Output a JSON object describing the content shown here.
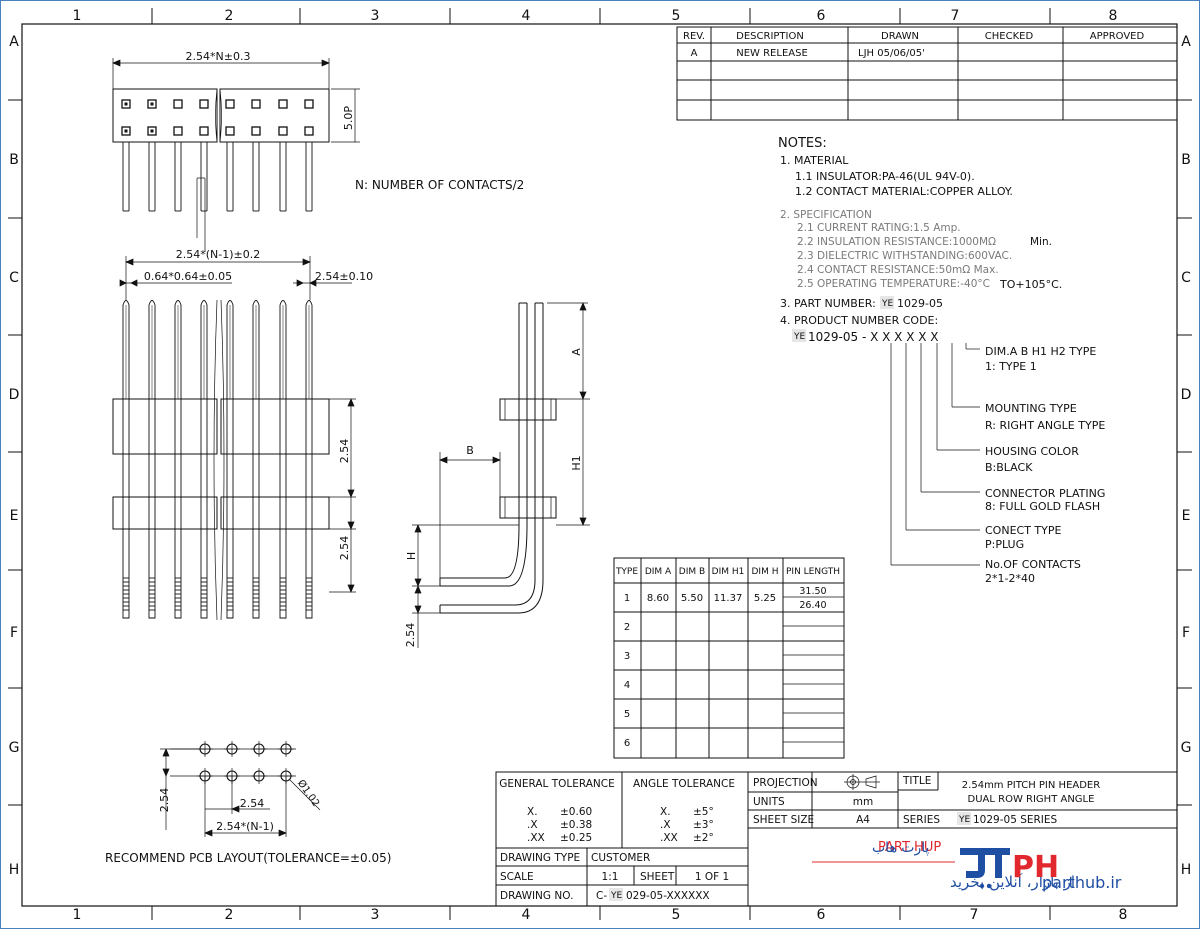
{
  "frame": {
    "cols_top": [
      "1",
      "2",
      "3",
      "4",
      "5",
      "6",
      "7",
      "8"
    ],
    "cols_bottom": [
      "1",
      "2",
      "3",
      "4",
      "5",
      "6",
      "7",
      "8"
    ],
    "rows_left": [
      "A",
      "B",
      "C",
      "D",
      "E",
      "F",
      "G",
      "H"
    ],
    "rows_right": [
      "A",
      "B",
      "C",
      "D",
      "E",
      "F",
      "G",
      "H"
    ]
  },
  "revision": {
    "headers": [
      "REV.",
      "DESCRIPTION",
      "DRAWN",
      "CHECKED",
      "APPROVED"
    ],
    "row": [
      "A",
      "NEW RELEASE",
      "LJH 05/06/05'",
      "",
      ""
    ]
  },
  "top_view": {
    "dim": "2.54*N±0.3",
    "side_dim": "5.0P",
    "note": "N: NUMBER OF CONTACTS/2"
  },
  "front_view": {
    "dim_overall": "2.54*(N-1)±0.2",
    "dim_pin": "0.64*0.64±0.05",
    "dim_pitch": "2.54±0.10",
    "dim_row1": "2.54",
    "dim_row2": "2.54"
  },
  "side_view": {
    "label_a": "A",
    "label_h1": "H1",
    "label_b": "B",
    "label_h": "H",
    "dim_bottom": "2.54"
  },
  "notes": {
    "title": "NOTES:",
    "material_head": "1. MATERIAL",
    "material_1": "1.1 INSULATOR:PA-46(UL 94V-0).",
    "material_2": "1.2 CONTACT MATERIAL:COPPER ALLOY.",
    "spec_head": "2. SPECIFICATION",
    "spec_1": "2.1 CURRENT RATING:1.5 Amp.",
    "spec_2a": "2.2 INSULATION RESISTANCE:1000MΩ",
    "spec_2b": "Min.",
    "spec_3": "2.3 DIELECTRIC WITHSTANDING:600VAC.",
    "spec_4": "2.4 CONTACT RESISTANCE:50mΩ Max.",
    "spec_5a": "2.5 OPERATING TEMPERATURE:-40°C",
    "spec_5b": "TO+105°C.",
    "part_head": "3. PART NUMBER:",
    "part_ye": "YE",
    "part_num": "1029-05",
    "code_head": "4. PRODUCT NUMBER CODE:",
    "code_ye": "YE",
    "code_val": "1029-05 - X X X X X X"
  },
  "code_legend": {
    "l1a": "DIM.A B H1 H2 TYPE",
    "l1b": "1: TYPE 1",
    "l2a": "MOUNTING TYPE",
    "l2b": "R: RIGHT ANGLE TYPE",
    "l3a": "HOUSING COLOR",
    "l3b": "B:BLACK",
    "l4a": "CONNECTOR PLATING",
    "l4b": "8: FULL GOLD FLASH",
    "l5a": "CONECT TYPE",
    "l5b": "P:PLUG",
    "l6a": "No.OF CONTACTS",
    "l6b": "2*1-2*40"
  },
  "dim_table": {
    "headers": [
      "TYPE",
      "DIM A",
      "DIM B",
      "DIM H1",
      "DIM H",
      "PIN LENGTH"
    ],
    "row1": [
      "1",
      "8.60",
      "5.50",
      "11.37",
      "5.25"
    ],
    "pin_lengths": [
      "31.50",
      "26.40"
    ],
    "types": [
      "2",
      "3",
      "4",
      "5",
      "6"
    ]
  },
  "pcb": {
    "dim_pitch": "2.54",
    "dim_vert": "2.54",
    "dim_total": "2.54*(N-1)",
    "dim_hole": "Ø1.02",
    "caption": "RECOMMEND PCB LAYOUT(TOLERANCE=±0.05)"
  },
  "title_block": {
    "gen_tol": "GENERAL TOLERANCE",
    "ang_tol": "ANGLE TOLERANCE",
    "gt_rows": [
      [
        "X.",
        "±0.60"
      ],
      [
        ".X",
        "±0.38"
      ],
      [
        ".XX",
        "±0.25"
      ]
    ],
    "at_rows": [
      [
        "X.",
        "±5°"
      ],
      [
        ".X",
        "±3°"
      ],
      [
        ".XX",
        "±2°"
      ]
    ],
    "projection": "PROJECTION",
    "units": "UNITS",
    "units_val": "mm",
    "sheet_size": "SHEET SIZE",
    "sheet_size_val": "A4",
    "title_label": "TITLE",
    "title_1": "2.54mm PITCH PIN HEADER",
    "title_2": "DUAL ROW RIGHT ANGLE",
    "series_label": "SERIES",
    "series_ye": "YE",
    "series_val": "1029-05 SERIES",
    "drawing_type": "DRAWING TYPE",
    "customer": "CUSTOMER",
    "scale": "SCALE",
    "scale_val": "1:1",
    "sheet": "SHEET",
    "sheet_val": "1 OF 1",
    "drawing_no": "DRAWING NO.",
    "drawing_no_prefix": "C-",
    "drawing_no_ye": "YE",
    "drawing_no_val": "029-05-XXXXXX"
  },
  "watermark": {
    "brand_latin": "PART HUP",
    "brand_fa": "پارت هاب",
    "tagline_fa": "از بازار، آنلاین بخرید",
    "logo_text": "PH",
    "url": "parthub.ir"
  },
  "colors": {
    "accent_blue": "#1f4fa3",
    "accent_red": "#e0282e",
    "frame_blue": "#4a7fc1"
  }
}
